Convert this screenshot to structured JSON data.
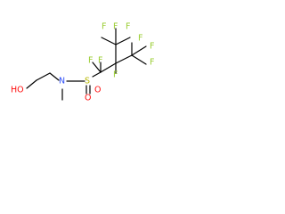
{
  "molecule": {
    "colors": {
      "F": "#9acd32",
      "O": "#ff0d0d",
      "N": "#3050f8",
      "S": "#b8b800",
      "bond": "#000000"
    },
    "atoms": {
      "f_top1": "F",
      "f_top2": "F",
      "f_top3": "F",
      "f_right1": "F",
      "f_right2": "F",
      "f_right3": "F",
      "f_mid1": "F",
      "f_mid2": "F",
      "f_mid3": "F",
      "hydroxyl": "HO",
      "nitrogen": "N",
      "sulfur": "S",
      "oxygen1": "O",
      "oxygen2": "O"
    }
  }
}
